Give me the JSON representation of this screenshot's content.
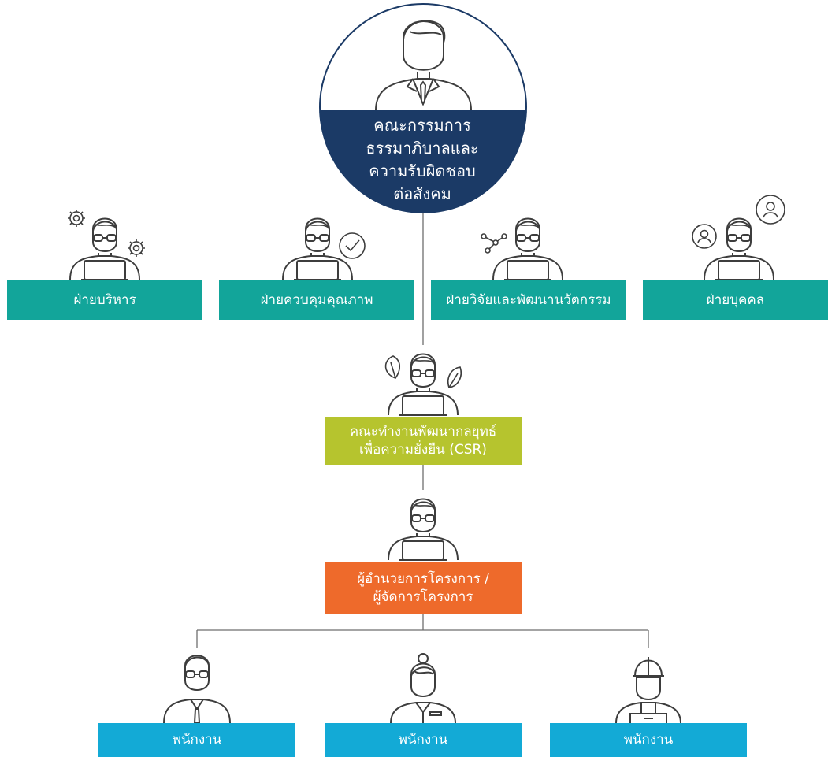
{
  "colors": {
    "board_navy": "#1b3a66",
    "division_teal": "#12a59a",
    "working_group_green": "#b6c42e",
    "project_orange": "#ee6a2b",
    "staff_blue": "#13aad6",
    "line_gray": "#6e6e6e",
    "icon_stroke": "#3d3d3d"
  },
  "board": {
    "line1": "คณะกรรมการ",
    "line2": "ธรรมาภิบาลและ",
    "line3": "ความรับผิดชอบ",
    "line4": "ต่อสังคม"
  },
  "divisions": [
    {
      "label": "ฝ่ายบริหาร",
      "icon": "gears-icon"
    },
    {
      "label": "ฝ่ายควบคุมคุณภาพ",
      "icon": "check-circle-icon"
    },
    {
      "label": "ฝ่ายวิจัยและพัฒนานวัตกรรม",
      "icon": "network-icon"
    },
    {
      "label": "ฝ่ายบุคคล",
      "icon": "user-circle-icon"
    }
  ],
  "working_group": {
    "line1": "คณะทำงานพัฒนากลยุทธ์",
    "line2": "เพื่อความยั่งยืน (CSR)",
    "icon": "leaf-icon"
  },
  "project_manager": {
    "line1": "ผู้อำนวยการโครงการ /",
    "line2": "ผู้จัดการโครงการ"
  },
  "staff": [
    {
      "label": "พนักงาน",
      "icon": "office-worker-icon"
    },
    {
      "label": "พนักงาน",
      "icon": "female-worker-icon"
    },
    {
      "label": "พนักงาน",
      "icon": "hardhat-worker-icon"
    }
  ]
}
